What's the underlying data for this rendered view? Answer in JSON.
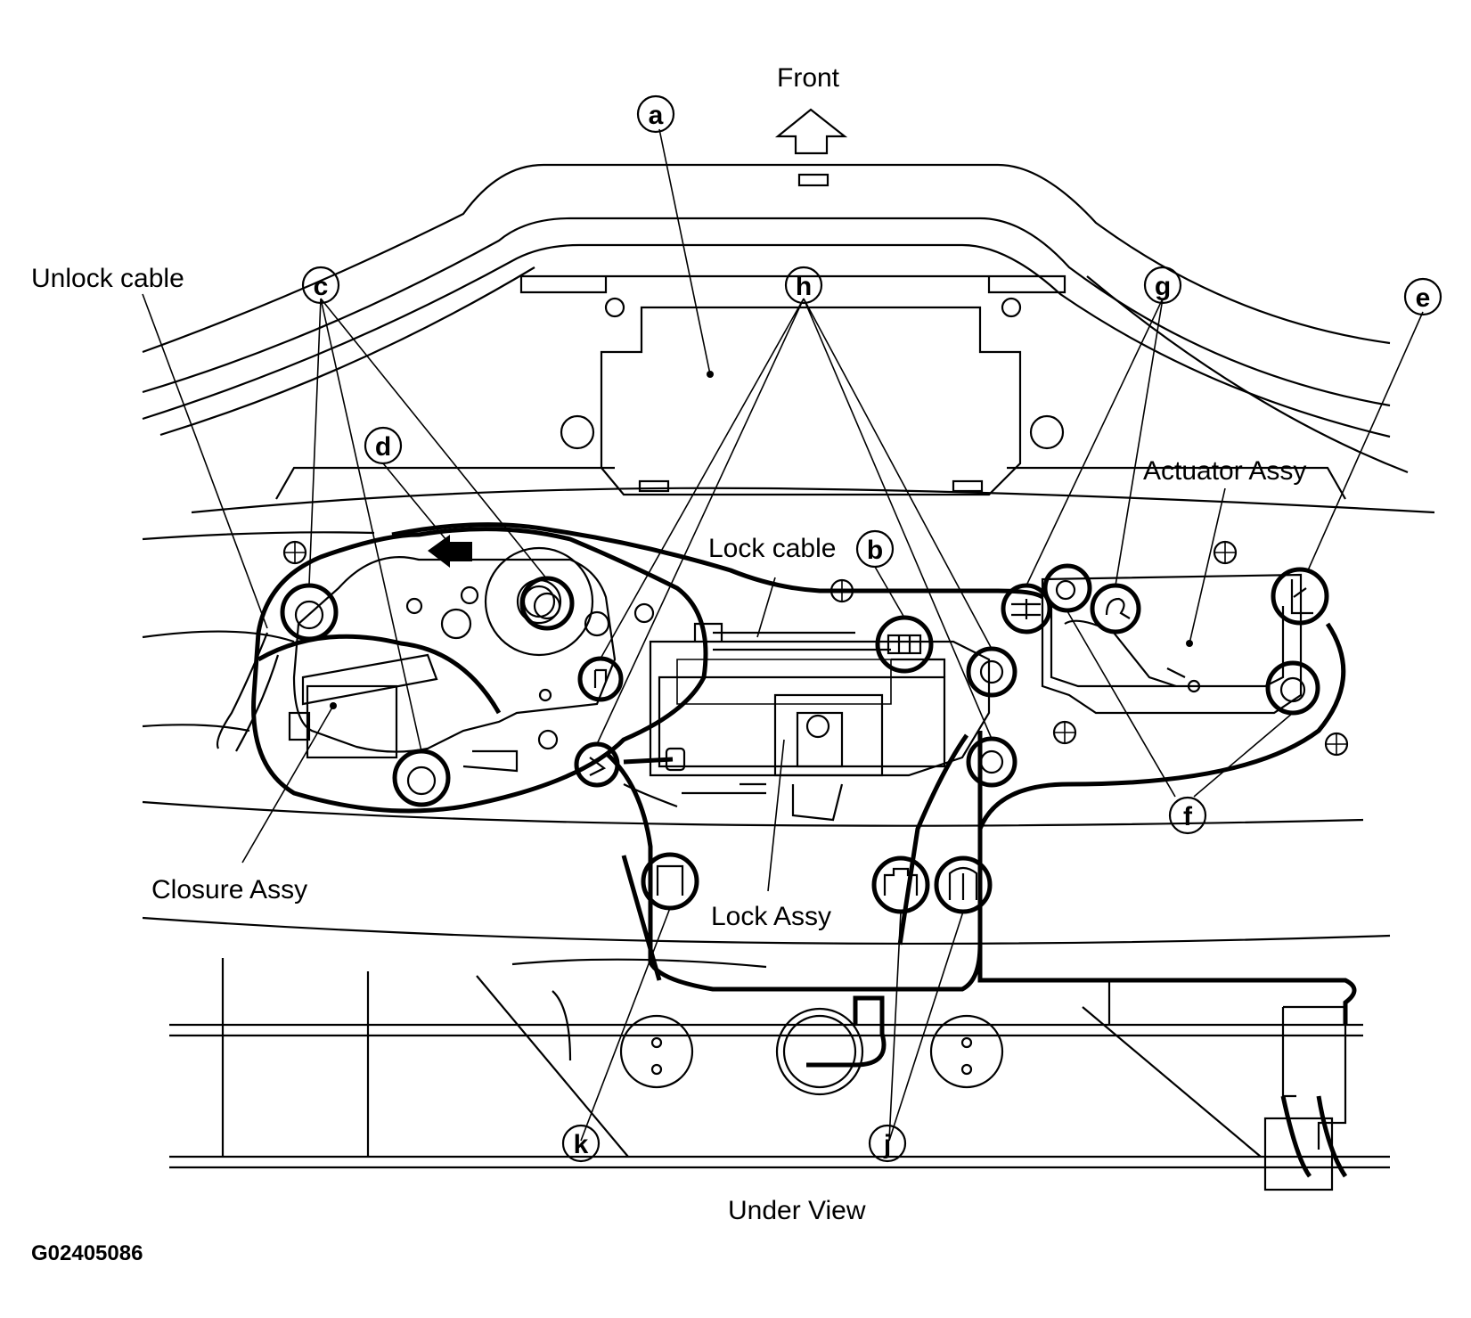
{
  "labels": {
    "front": "Front",
    "unlock_cable": "Unlock cable",
    "lock_cable": "Lock cable",
    "actuator_assy": "Actuator Assy",
    "closure_assy": "Closure Assy",
    "lock_assy": "Lock Assy",
    "under_view": "Under View",
    "figure_code": "G02405086"
  },
  "callouts": {
    "a": "a",
    "b": "b",
    "c": "c",
    "d": "d",
    "e": "e",
    "f": "f",
    "g": "g",
    "h": "h",
    "j": "j",
    "k": "k"
  }
}
